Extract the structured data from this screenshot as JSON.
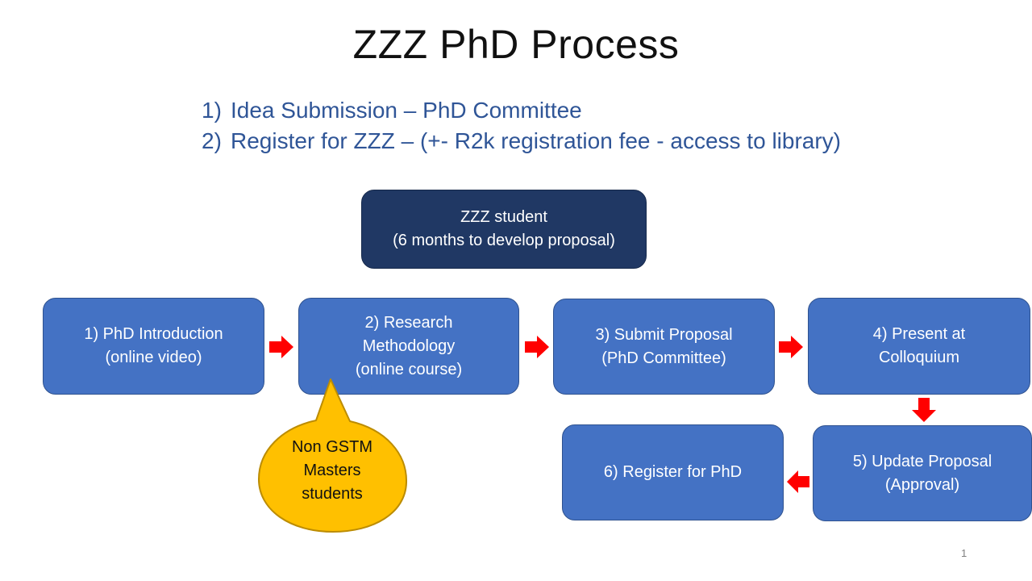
{
  "title": "ZZZ PhD Process",
  "steps": [
    {
      "num": "1)",
      "text": "Idea Submission – PhD Committee"
    },
    {
      "num": "2)",
      "text": "Register for ZZZ – (+- R2k registration fee - access to library)"
    }
  ],
  "boxes": {
    "zzz_student": "ZZZ student\n(6 months to develop proposal)",
    "phd_intro": "1) PhD Introduction\n(online video)",
    "research_methodology": "2) Research\nMethodology\n(online course)",
    "submit_proposal": "3) Submit Proposal\n(PhD Committee)",
    "present_colloquium": "4) Present at\nColloquium",
    "update_proposal": "5) Update Proposal\n(Approval)",
    "register_phd": "6) Register for PhD"
  },
  "callout": "Non GSTM\nMasters\nstudents",
  "page_number": "1",
  "colors": {
    "box_blue": "#4472c4",
    "box_dark": "#203864",
    "arrow_red": "#ff0000",
    "callout_fill": "#ffc000",
    "list_text": "#2f5597"
  }
}
